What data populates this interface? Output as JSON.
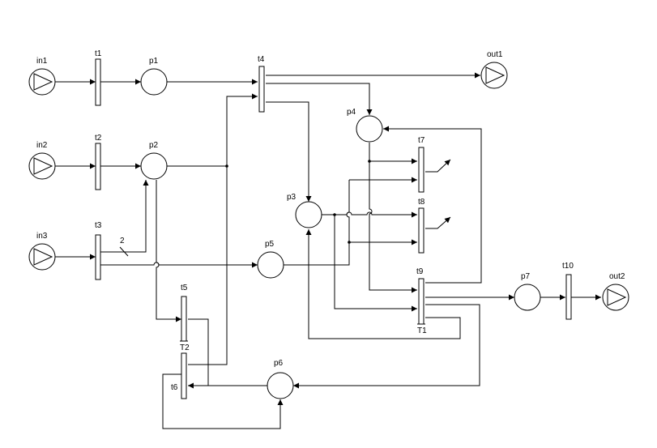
{
  "diagram": {
    "places": {
      "p1": "p1",
      "p2": "p2",
      "p3": "p3",
      "p4": "p4",
      "p5": "p5",
      "p6": "p6",
      "p7": "p7"
    },
    "transitions": {
      "t1": "t1",
      "t2": "t2",
      "t3": "t3",
      "t4": "t4",
      "t5": "t5",
      "t6": "t6",
      "t7": "t7",
      "t8": "t8",
      "t9": "t9",
      "t10": "t10"
    },
    "inputs": {
      "in1": "in1",
      "in2": "in2",
      "in3": "in3"
    },
    "outputs": {
      "out1": "out1",
      "out2": "out2"
    },
    "timers": {
      "t5_timer": "T2",
      "t9_timer": "T1"
    },
    "arc_weights": {
      "t3_p2": "2"
    }
  }
}
